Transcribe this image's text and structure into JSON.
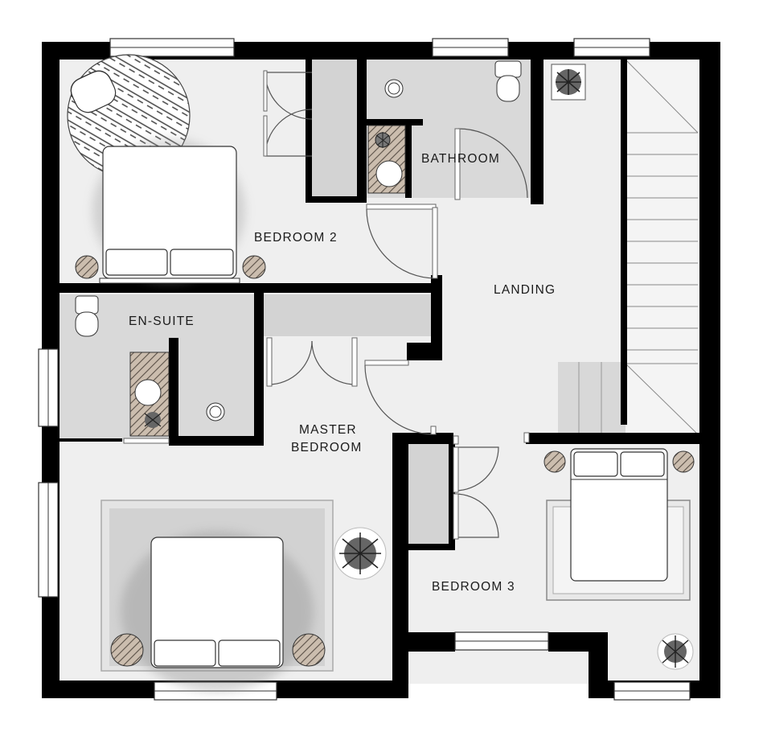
{
  "rooms": {
    "bedroom2": "BEDROOM 2",
    "bathroom": "BATHROOM",
    "landing": "LANDING",
    "ensuite": "EN-SUITE",
    "master_line1": "MASTER",
    "master_line2": "BEDROOM",
    "bedroom3": "BEDROOM 3"
  },
  "colors": {
    "wall": "#000000",
    "floor": "#efefef",
    "wet_room": "#d9d9d9",
    "wardrobe": "#d3d3d3"
  }
}
